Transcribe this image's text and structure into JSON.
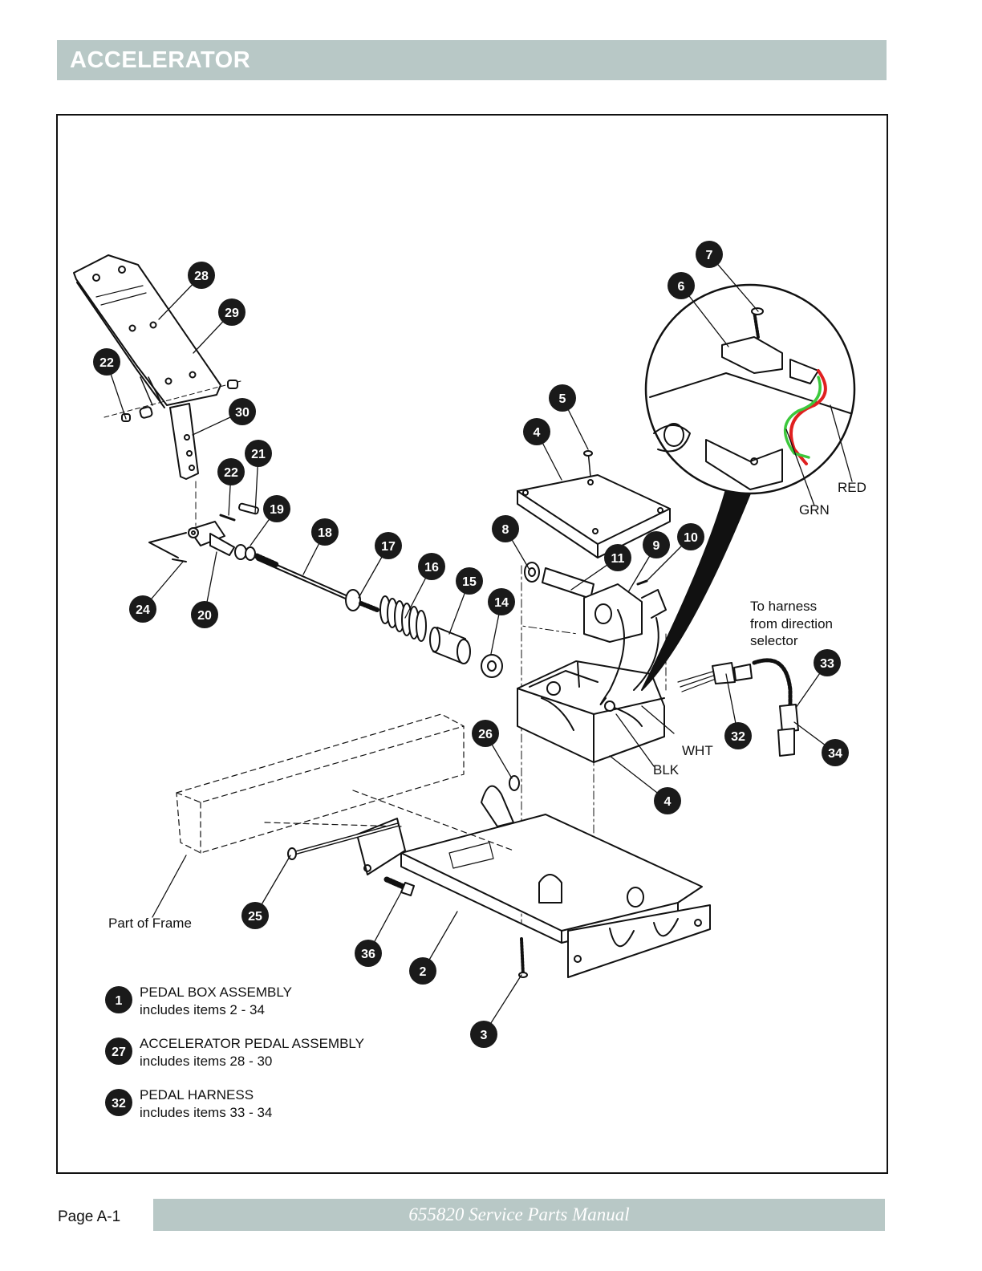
{
  "header": {
    "title": "ACCELERATOR"
  },
  "footer": {
    "page_label": "Page  A-1",
    "manual_title": "655820 Service Parts Manual"
  },
  "callouts": [
    {
      "n": "28"
    },
    {
      "n": "29"
    },
    {
      "n": "22"
    },
    {
      "n": "30"
    },
    {
      "n": "21"
    },
    {
      "n": "22"
    },
    {
      "n": "19"
    },
    {
      "n": "18"
    },
    {
      "n": "17"
    },
    {
      "n": "16"
    },
    {
      "n": "15"
    },
    {
      "n": "14"
    },
    {
      "n": "24"
    },
    {
      "n": "20"
    },
    {
      "n": "8"
    },
    {
      "n": "11"
    },
    {
      "n": "9"
    },
    {
      "n": "10"
    },
    {
      "n": "5"
    },
    {
      "n": "4"
    },
    {
      "n": "7"
    },
    {
      "n": "6"
    },
    {
      "n": "33"
    },
    {
      "n": "32"
    },
    {
      "n": "34"
    },
    {
      "n": "26"
    },
    {
      "n": "4"
    },
    {
      "n": "25"
    },
    {
      "n": "36"
    },
    {
      "n": "2"
    },
    {
      "n": "3"
    }
  ],
  "labels": {
    "red": "RED",
    "grn": "GRN",
    "wht": "WHT",
    "blk": "BLK",
    "harness_note": [
      "To harness",
      "from direction",
      "selector"
    ],
    "frame_note": "Part of Frame"
  },
  "legend": [
    {
      "n": "1",
      "title": "PEDAL BOX ASSEMBLY",
      "sub": "includes items 2 - 34"
    },
    {
      "n": "27",
      "title": "ACCELERATOR PEDAL ASSEMBLY",
      "sub": "includes items 28 - 30"
    },
    {
      "n": "32",
      "title": "PEDAL HARNESS",
      "sub": "includes items 33 - 34"
    }
  ],
  "colors": {
    "band": "#b8c8c6",
    "callout": "#1a1a1a",
    "wire_red": "#e02020",
    "wire_green": "#3cc83c"
  }
}
